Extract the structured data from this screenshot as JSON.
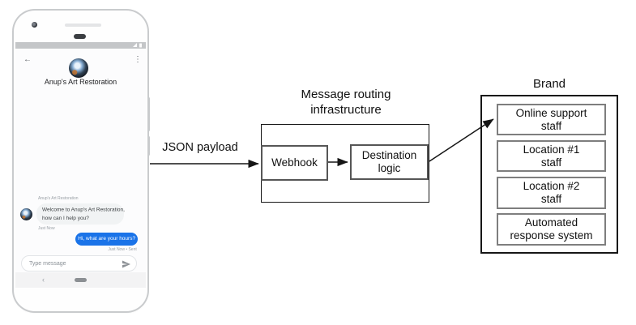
{
  "phone": {
    "header": {
      "title": "Anup's Art Restoration"
    },
    "chat": {
      "sender_label": "Anup's Art Restoration",
      "incoming_message_line1": "Welcome to Anup's Art Restoration,",
      "incoming_message_line2": "how can I help you?",
      "incoming_timestamp": "Just Now",
      "outgoing_message": "Hi, what are your hours?",
      "outgoing_status": "Just Now • Sent"
    },
    "composer": {
      "placeholder": "Type message"
    },
    "icons": {
      "back_arrow": "←",
      "overflow_menu": "⋮",
      "nav_back": "‹",
      "send": "paper-plane-icon",
      "status": "signal-battery-icons",
      "home": "home-pill"
    }
  },
  "diagram": {
    "payload_label": "JSON payload",
    "routing_title_line1": "Message routing",
    "routing_title_line2": "infrastructure",
    "webhook_label": "Webhook",
    "destination_line1": "Destination",
    "destination_line2": "logic",
    "brand_title": "Brand",
    "brand_items": [
      {
        "line1": "Online support",
        "line2": "staff"
      },
      {
        "line1": "Location #1",
        "line2": "staff"
      },
      {
        "line1": "Location #2",
        "line2": "staff"
      },
      {
        "line1": "Automated",
        "line2": "response system"
      }
    ]
  },
  "colors": {
    "outgoing_bubble": "#1a73e8",
    "incoming_bubble": "#f1f3f4",
    "status_bar": "#c4c6c8",
    "outer_box_border": "#161616",
    "inner_box_border": "#565656",
    "brand_item_border": "#7e7e7e"
  }
}
